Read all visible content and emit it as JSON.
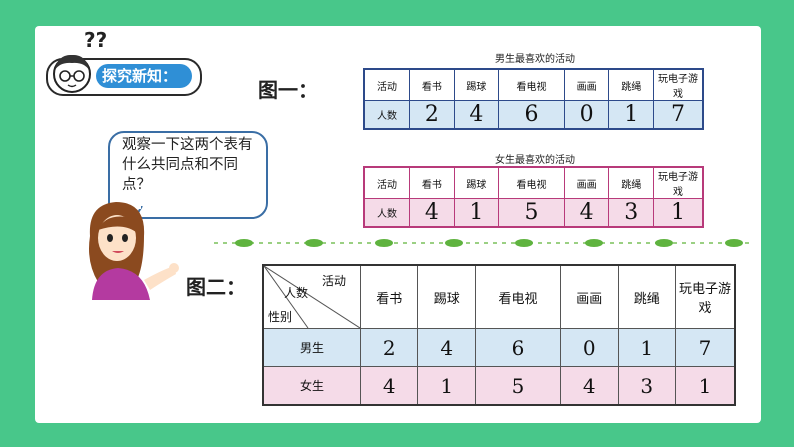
{
  "badge": {
    "label": "探究新知："
  },
  "speech_bubble": {
    "text": "观察一下这两个表有什么共同点和不同点？"
  },
  "figure1": {
    "label": "图一：",
    "boys_table": {
      "title": "男生最喜欢的活动",
      "header": [
        "活动",
        "看书",
        "踢球",
        "看电视",
        "画画",
        "跳绳",
        "玩电子游戏"
      ],
      "row_label": "人数",
      "values": [
        "2",
        "4",
        "6",
        "0",
        "1",
        "7"
      ]
    },
    "girls_table": {
      "title": "女生最喜欢的活动",
      "header": [
        "活动",
        "看书",
        "踢球",
        "看电视",
        "画画",
        "跳绳",
        "玩电子游戏"
      ],
      "row_label": "人数",
      "values": [
        "4",
        "1",
        "5",
        "4",
        "3",
        "1"
      ]
    }
  },
  "figure2": {
    "label": "图二：",
    "corner": {
      "top": "活动",
      "middle": "人数",
      "bottom": "性别"
    },
    "header": [
      "看书",
      "踢球",
      "看电视",
      "画画",
      "跳绳",
      "玩电子游戏"
    ],
    "rows": [
      {
        "label": "男生",
        "values": [
          "2",
          "4",
          "6",
          "0",
          "1",
          "7"
        ]
      },
      {
        "label": "女生",
        "values": [
          "4",
          "1",
          "5",
          "4",
          "3",
          "1"
        ]
      }
    ]
  },
  "colors": {
    "background": "#48c78a",
    "boys_row": "#d5e7f4",
    "girls_row": "#f5dbe8",
    "badge": "#2f8fd6"
  },
  "icons": [
    "question-marks-icon",
    "girl-face-icon",
    "teacher-illustration",
    "clover-divider"
  ]
}
